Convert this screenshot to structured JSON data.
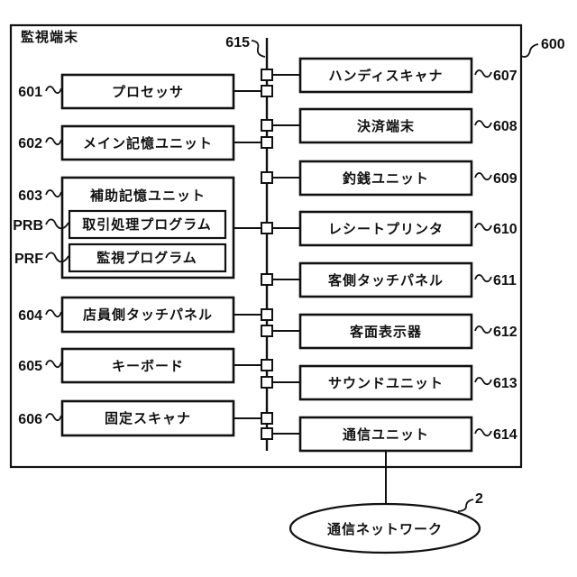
{
  "figure": {
    "terminal_label": "監視端末",
    "terminal_ref": "600",
    "bus_ref": "615",
    "left_nodes": [
      {
        "ref": "601",
        "label": "プロセッサ"
      },
      {
        "ref": "602",
        "label": "メイン記憶ユニット"
      },
      {
        "ref": "603",
        "label": "補助記憶ユニット"
      },
      {
        "ref": "PRB",
        "label": "取引処理プログラム"
      },
      {
        "ref": "PRF",
        "label": "監視プログラム"
      },
      {
        "ref": "604",
        "label": "店員側タッチパネル"
      },
      {
        "ref": "605",
        "label": "キーボード"
      },
      {
        "ref": "606",
        "label": "固定スキャナ"
      }
    ],
    "right_nodes": [
      {
        "ref": "607",
        "label": "ハンディスキャナ"
      },
      {
        "ref": "608",
        "label": "決済端末"
      },
      {
        "ref": "609",
        "label": "釣銭ユニット"
      },
      {
        "ref": "610",
        "label": "レシートプリンタ"
      },
      {
        "ref": "611",
        "label": "客側タッチパネル"
      },
      {
        "ref": "612",
        "label": "客面表示器"
      },
      {
        "ref": "613",
        "label": "サウンドユニット"
      },
      {
        "ref": "614",
        "label": "通信ユニット"
      }
    ],
    "network": {
      "ref": "2",
      "label": "通信ネットワーク"
    },
    "colors": {
      "line": "#111111",
      "background": "#ffffff"
    }
  }
}
